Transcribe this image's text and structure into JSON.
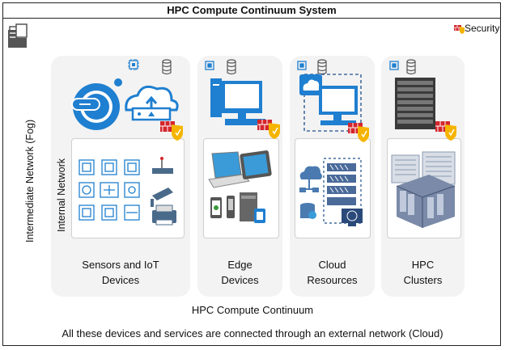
{
  "title": "HPC Compute Continuum System",
  "legend": {
    "security_label": "Security"
  },
  "fog_label": "Intermediate Network (Fog)",
  "internal_label": "Internal Network",
  "columns": [
    {
      "label_line1": "Sensors and IoT",
      "label_line2": "Devices"
    },
    {
      "label_line1": "Edge",
      "label_line2": "Devices"
    },
    {
      "label_line1": "Cloud",
      "label_line2": "Resources"
    },
    {
      "label_line1": "HPC",
      "label_line2": "Clusters"
    }
  ],
  "continuum_label": "HPC Compute Continuum",
  "footer_text": "All these devices and services are connected through an external network (Cloud)",
  "colors": {
    "blue": "#1f7fd0",
    "firewall": "#d4262c",
    "shield": "#f5b400"
  }
}
